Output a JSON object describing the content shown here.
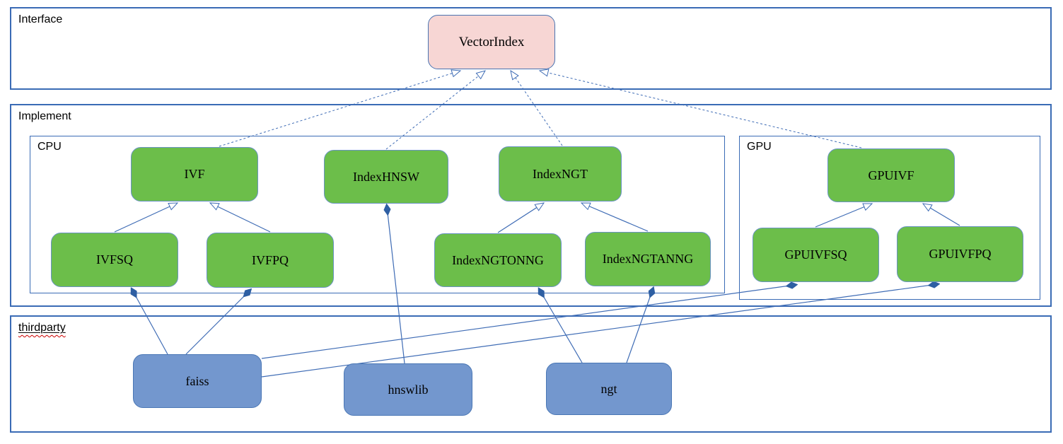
{
  "sections": {
    "interface": {
      "label": "Interface"
    },
    "implement": {
      "label": "Implement"
    },
    "cpu": {
      "label": "CPU"
    },
    "gpu": {
      "label": "GPU"
    },
    "thirdparty": {
      "label": "thirdparty"
    }
  },
  "nodes": {
    "vectorindex": {
      "label": "VectorIndex",
      "kind": "interface"
    },
    "ivf": {
      "label": "IVF",
      "kind": "cpu-class"
    },
    "indexhnsw": {
      "label": "IndexHNSW",
      "kind": "cpu-class"
    },
    "indexngt": {
      "label": "IndexNGT",
      "kind": "cpu-class"
    },
    "gpuivf": {
      "label": "GPUIVF",
      "kind": "gpu-class"
    },
    "ivfsq": {
      "label": "IVFSQ",
      "kind": "cpu-class"
    },
    "ivfpq": {
      "label": "IVFPQ",
      "kind": "cpu-class"
    },
    "indexngtonng": {
      "label": "IndexNGTONNG",
      "kind": "cpu-class"
    },
    "indexngtanng": {
      "label": "IndexNGTANNG",
      "kind": "cpu-class"
    },
    "gpuivfsq": {
      "label": "GPUIVFSQ",
      "kind": "gpu-class"
    },
    "gpuivfpq": {
      "label": "GPUIVFPQ",
      "kind": "gpu-class"
    },
    "faiss": {
      "label": "faiss",
      "kind": "thirdparty-lib"
    },
    "hnswlib": {
      "label": "hnswlib",
      "kind": "thirdparty-lib"
    },
    "ngt": {
      "label": "ngt",
      "kind": "thirdparty-lib"
    }
  },
  "edges": [
    {
      "from": "IVF",
      "to": "VectorIndex",
      "type": "realization-dashed-hollow-arrow"
    },
    {
      "from": "IndexHNSW",
      "to": "VectorIndex",
      "type": "realization-dashed-hollow-arrow"
    },
    {
      "from": "IndexNGT",
      "to": "VectorIndex",
      "type": "realization-dashed-hollow-arrow"
    },
    {
      "from": "GPUIVF",
      "to": "VectorIndex",
      "type": "realization-dashed-hollow-arrow"
    },
    {
      "from": "IVFSQ",
      "to": "IVF",
      "type": "generalization-hollow-arrow"
    },
    {
      "from": "IVFPQ",
      "to": "IVF",
      "type": "generalization-hollow-arrow"
    },
    {
      "from": "IndexNGTONNG",
      "to": "IndexNGT",
      "type": "generalization-hollow-arrow"
    },
    {
      "from": "IndexNGTANNG",
      "to": "IndexNGT",
      "type": "generalization-hollow-arrow"
    },
    {
      "from": "GPUIVFSQ",
      "to": "GPUIVF",
      "type": "generalization-hollow-arrow"
    },
    {
      "from": "GPUIVFPQ",
      "to": "GPUIVF",
      "type": "generalization-hollow-arrow"
    },
    {
      "from": "faiss",
      "to": "IVFSQ",
      "type": "composition-filled-diamond"
    },
    {
      "from": "faiss",
      "to": "IVFPQ",
      "type": "composition-filled-diamond"
    },
    {
      "from": "faiss",
      "to": "GPUIVFSQ",
      "type": "composition-filled-diamond"
    },
    {
      "from": "faiss",
      "to": "GPUIVFPQ",
      "type": "composition-filled-diamond"
    },
    {
      "from": "hnswlib",
      "to": "IndexHNSW",
      "type": "composition-filled-diamond"
    },
    {
      "from": "ngt",
      "to": "IndexNGTONNG",
      "type": "composition-filled-diamond"
    },
    {
      "from": "ngt",
      "to": "IndexNGTANNG",
      "type": "composition-filled-diamond"
    }
  ],
  "colors": {
    "green": "#6cbe4a",
    "green-border": "#6a93c3",
    "blue-node": "#7397ce",
    "blue-border": "#4a77b5",
    "pink": "#f7d6d4",
    "pink-border": "#4a74b2",
    "line": "#3f6cb5",
    "section-border": "#3a6bb5",
    "diamond": "#2e5fa3"
  }
}
